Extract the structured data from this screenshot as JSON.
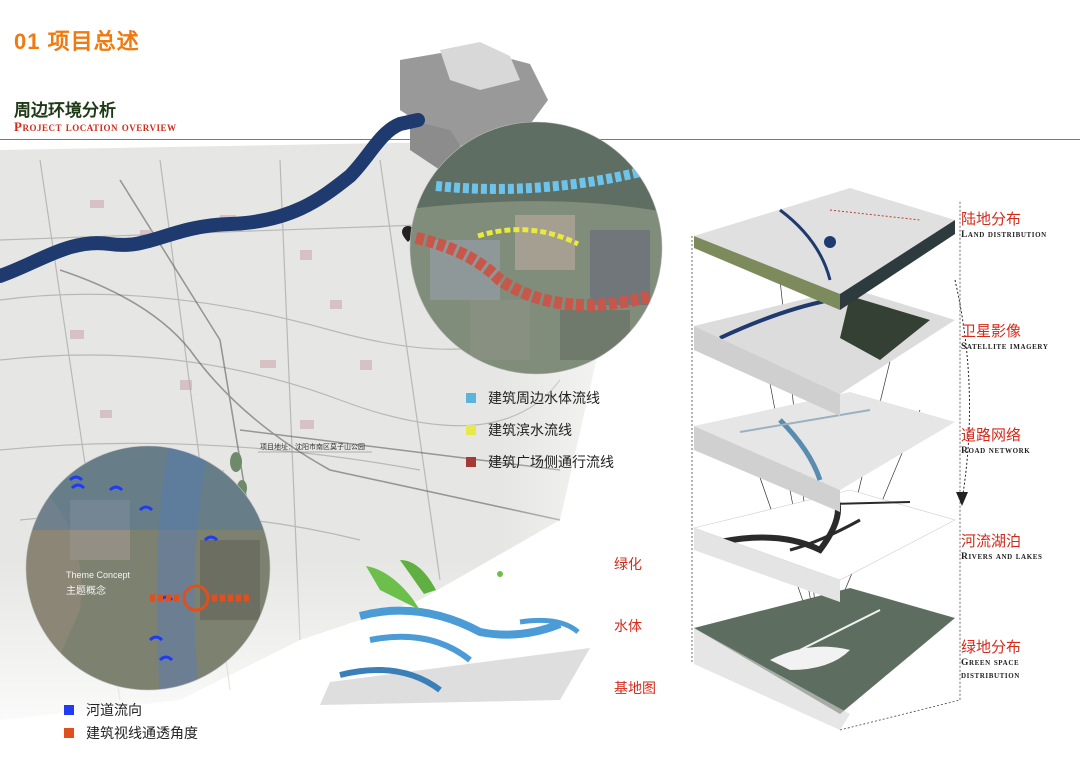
{
  "header": {
    "page_title": "01 项目总述",
    "section_title": "周边环境分析",
    "section_subtitle": "Project location overview"
  },
  "map": {
    "pin_label": "项目地址：沈阳市南区莫子山公园",
    "concept_label_en": "Theme Concept",
    "concept_label_cn": "主题概念"
  },
  "legend_top": [
    {
      "label": "建筑周边水体流线",
      "color": "#5ab4dc"
    },
    {
      "label": "建筑滨水流线",
      "color": "#e8e84a"
    },
    {
      "label": "建筑广场侧通行流线",
      "color": "#a33a36"
    }
  ],
  "legend_bottom": [
    {
      "label": "河道流向",
      "color": "#1f3cf0"
    },
    {
      "label": "建筑视线通透角度",
      "color": "#e0501e"
    }
  ],
  "mini_layers": [
    "绿化",
    "水体",
    "基地图"
  ],
  "layers": [
    {
      "cn": "陆地分布",
      "en": "Land distribution"
    },
    {
      "cn": "卫星影像",
      "en": "Satellite imagery"
    },
    {
      "cn": "道路网络",
      "en": "Road network"
    },
    {
      "cn": "河流湖泊",
      "en": "Rivers and lakes"
    },
    {
      "cn": "绿地分布",
      "en": "Green space distribution"
    }
  ],
  "colors": {
    "accent_orange": "#f07a10",
    "accent_red": "#d42a1a",
    "river": "#1f3a6e",
    "green_space": "#55685a"
  }
}
